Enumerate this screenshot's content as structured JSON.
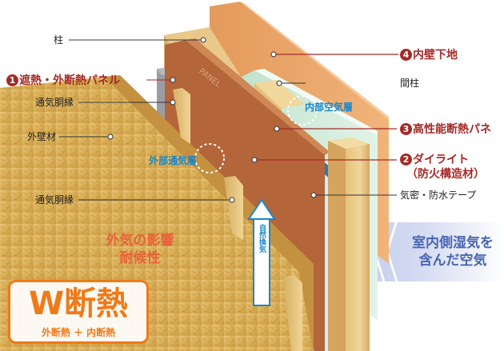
{
  "left_labels": {
    "pillar": "柱",
    "ventilation_batten_upper": "通気胴縁",
    "exterior_wall": "外壁材",
    "ventilation_batten_lower": "通気胴縁"
  },
  "red_labels": {
    "panel": {
      "num": "1",
      "text": "遮熱・外断熱パネル"
    },
    "interior_base": {
      "num": "4",
      "text": "内壁下地"
    },
    "insulation": {
      "num": "3",
      "text": "高性能断熱パネ"
    },
    "dailite_line1": {
      "num": "2",
      "text": "ダイライト"
    },
    "dailite_line2": "（防火構造材）"
  },
  "right_labels": {
    "stud": "間柱",
    "airtight_tape": "気密・防水テープ"
  },
  "air_layers": {
    "inner": "内部空気層",
    "outer": "外部通気層",
    "natural_ventilation": "自然換気"
  },
  "side_text": {
    "left_line1": "外気の影響",
    "left_line2": "耐候性",
    "right_line1": "室内側湿気を",
    "right_line2": "含んだ空気"
  },
  "w_badge": {
    "title": "W断熱",
    "subtitle": "外断熱 ＋ 内断熱"
  },
  "colors": {
    "accent_red": "#a32a26",
    "accent_blue": "#1b86c7",
    "accent_orange": "#ef7a18",
    "side_blue": "#4a66b0",
    "osb": "#d9b25c",
    "wood_orange": "#e7a062",
    "insulation_green": "#cfe9d8",
    "vent_blue": "#bfe3f6"
  }
}
